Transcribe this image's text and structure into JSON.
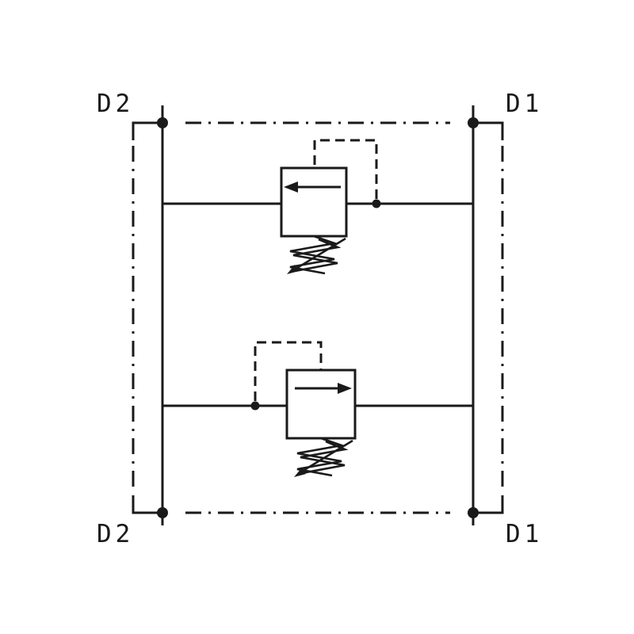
{
  "colors": {
    "line": "#1a1a1a",
    "background": "#ffffff"
  },
  "labels": {
    "port_top_left": "D2",
    "port_top_right": "D1",
    "port_bottom_left": "D2",
    "port_bottom_right": "D1"
  },
  "icons": {
    "upper_valve": "relief-valve-left-flow-arrow",
    "lower_valve": "relief-valve-right-flow-arrow",
    "upper_spring": "adjustable-spring-zigzag-arrow",
    "lower_spring": "adjustable-spring-zigzag-arrow",
    "pilot_lines": "dashed-pilot-line",
    "boundary": "dash-dot-manifold-boundary"
  }
}
